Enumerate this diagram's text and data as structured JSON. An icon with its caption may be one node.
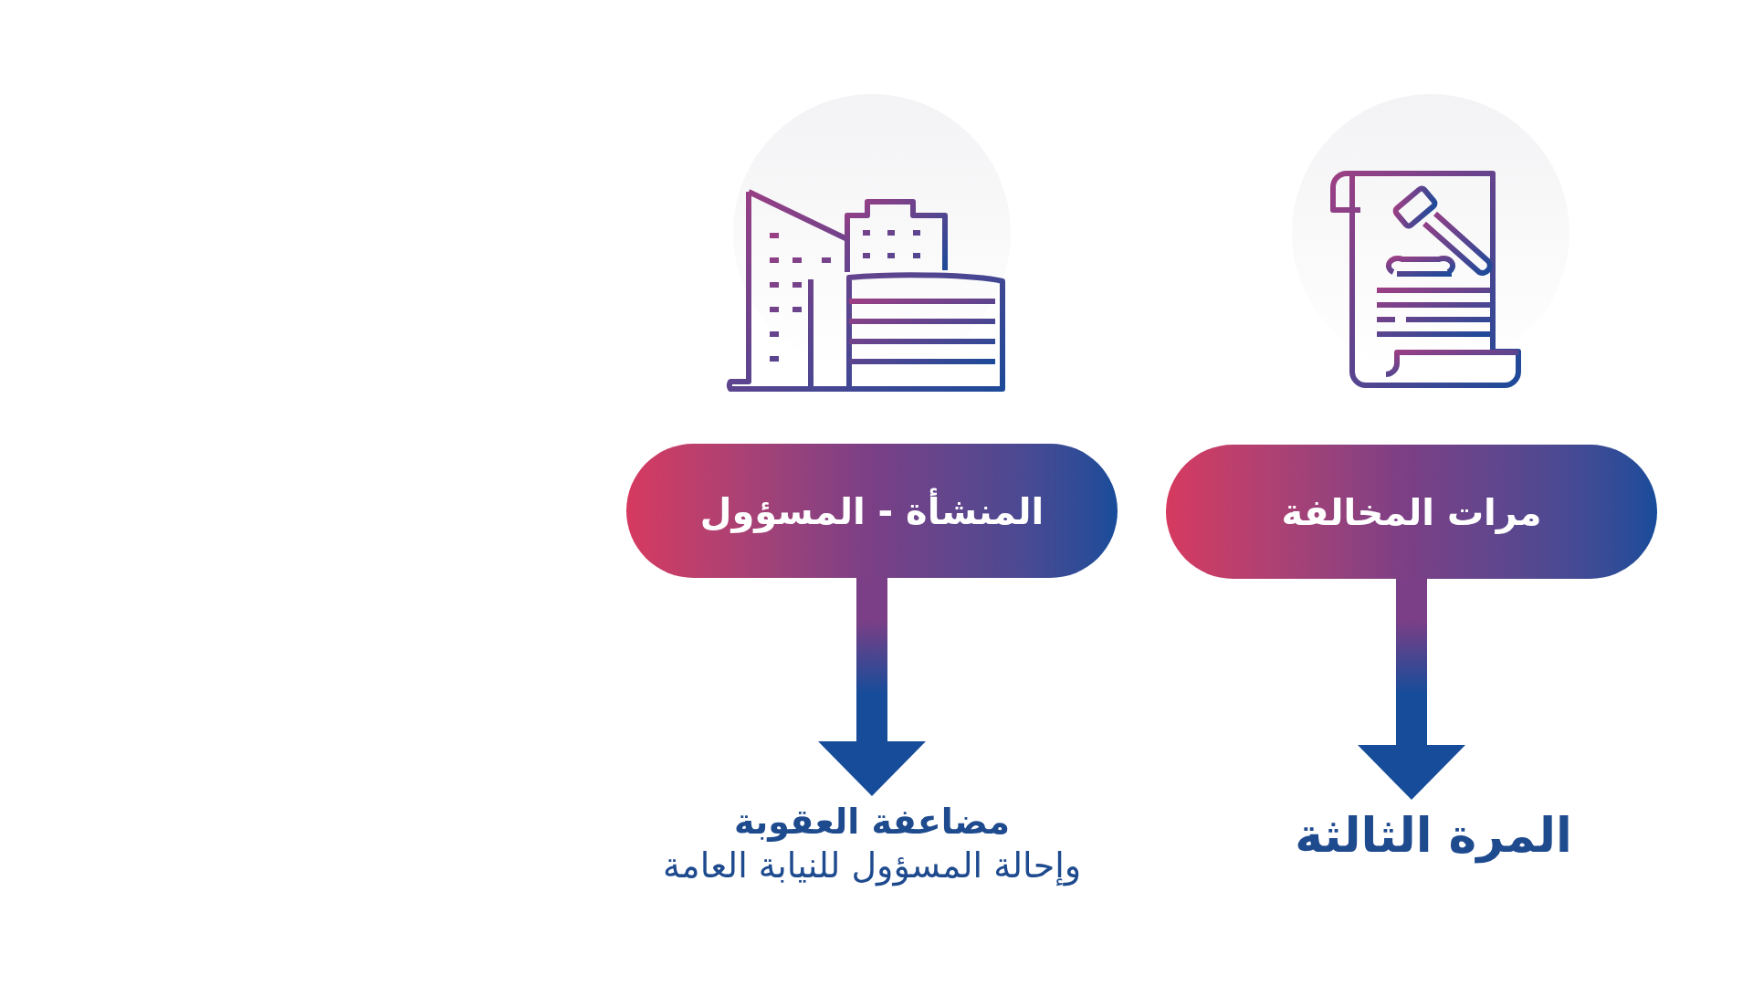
{
  "diagram": {
    "nodes": [
      {
        "text": [
          "مرات المخالفة"
        ]
      },
      {
        "text": [
          "المرة الثالثة"
        ]
      },
      {
        "text": [
          "المنشأة - المسؤول"
        ]
      },
      {
        "text": [
          "مضاعفة العقوبة",
          "وإحالة المسؤول للنيابة العامة"
        ]
      }
    ],
    "edges": [
      {
        "from": 0,
        "to": 1,
        "arrow": "to"
      },
      {
        "from": 2,
        "to": 3,
        "arrow": "to"
      }
    ]
  }
}
